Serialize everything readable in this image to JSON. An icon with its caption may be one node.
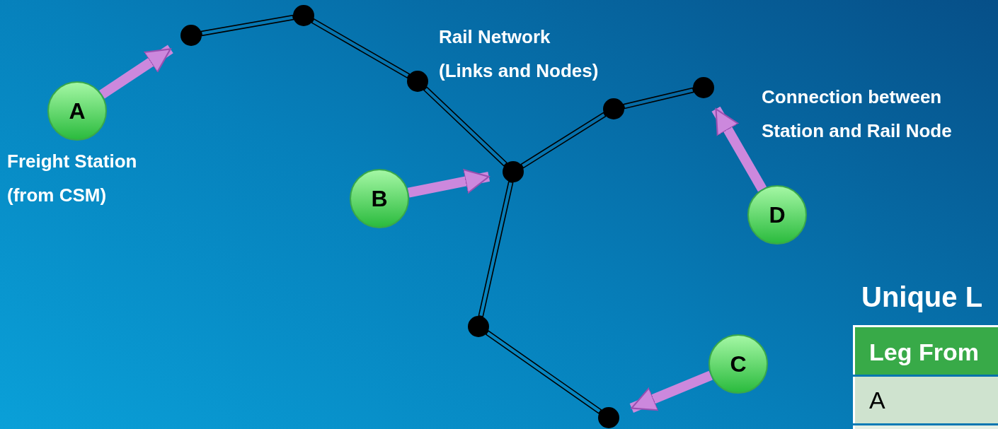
{
  "diagram": {
    "nodes": [
      {
        "text": [
          "A"
        ],
        "beside": [
          "Freight Station (from CSM)"
        ]
      },
      {
        "text": [
          "B"
        ]
      },
      {
        "text": [
          "C"
        ]
      },
      {
        "text": [
          "D"
        ]
      },
      {
        "text": [],
        "shape": "circle"
      },
      {
        "text": [],
        "shape": "circle"
      },
      {
        "text": [],
        "shape": "circle"
      },
      {
        "text": [],
        "shape": "circle"
      },
      {
        "text": [],
        "shape": "circle"
      },
      {
        "text": [],
        "shape": "circle"
      },
      {
        "text": [],
        "shape": "circle"
      },
      {
        "text": [],
        "shape": "circle"
      }
    ],
    "edges": [
      {
        "from": 0,
        "to": 4,
        "arrow": "to",
        "color": "#cc88dd"
      },
      {
        "from": 1,
        "to": 8,
        "arrow": "to",
        "color": "#cc88dd"
      },
      {
        "from": 2,
        "to": 9,
        "arrow": "to",
        "color": "#cc88dd"
      },
      {
        "from": 3,
        "to": 11,
        "arrow": "to",
        "color": "#cc88dd"
      },
      {
        "from": 4,
        "to": 5,
        "arrow": "none"
      },
      {
        "from": 5,
        "to": 6,
        "arrow": "none"
      },
      {
        "from": 6,
        "to": 8,
        "arrow": "none"
      },
      {
        "from": 8,
        "to": 10,
        "arrow": "none"
      },
      {
        "from": 10,
        "to": 11,
        "arrow": "none"
      },
      {
        "from": 8,
        "to": 7,
        "arrow": "none"
      },
      {
        "from": 7,
        "to": 9,
        "arrow": "none"
      }
    ],
    "labels": [
      "Rail Network (Links and Nodes)",
      "Connection between Station and Rail Node",
      "Unique L",
      "Leg From",
      "A"
    ]
  }
}
